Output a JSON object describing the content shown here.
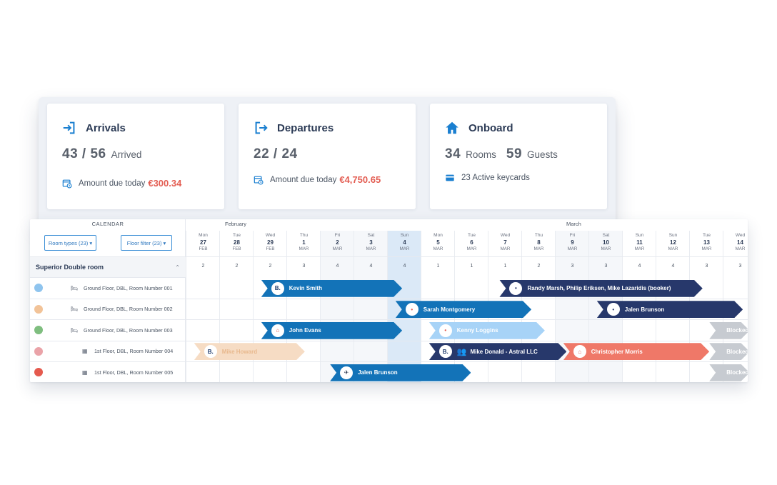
{
  "stats": {
    "arrivals": {
      "title": "Arrivals",
      "count": "43 / 56",
      "unit": "Arrived",
      "sub_label": "Amount due today",
      "sub_amount": "€300.34"
    },
    "departures": {
      "title": "Departures",
      "count": "22 / 24",
      "sub_label": "Amount due today",
      "sub_amount": "€4,750.65"
    },
    "onboard": {
      "title": "Onboard",
      "rooms_num": "34",
      "rooms_unit": "Rooms",
      "guests_num": "59",
      "guests_unit": "Guests",
      "sub_label": "23 Active keycards"
    }
  },
  "calendar": {
    "label": "CALENDAR",
    "filters": {
      "room_types": "Room types (23) ▾",
      "floor_filter": "Floor filter (23) ▾"
    },
    "months": [
      "February",
      "March"
    ],
    "days": [
      {
        "dow": "Mon",
        "num": "27",
        "mon": "FEB",
        "avail": "2"
      },
      {
        "dow": "Tue",
        "num": "28",
        "mon": "FEB",
        "avail": "2"
      },
      {
        "dow": "Wed",
        "num": "29",
        "mon": "FEB",
        "avail": "2"
      },
      {
        "dow": "Thu",
        "num": "1",
        "mon": "MAR",
        "avail": "3"
      },
      {
        "dow": "Fri",
        "num": "2",
        "mon": "MAR",
        "avail": "4"
      },
      {
        "dow": "Sat",
        "num": "3",
        "mon": "MAR",
        "avail": "4"
      },
      {
        "dow": "Sun",
        "num": "4",
        "mon": "MAR",
        "avail": "4"
      },
      {
        "dow": "Mon",
        "num": "5",
        "mon": "MAR",
        "avail": "1"
      },
      {
        "dow": "Tue",
        "num": "6",
        "mon": "MAR",
        "avail": "1"
      },
      {
        "dow": "Wed",
        "num": "7",
        "mon": "MAR",
        "avail": "1"
      },
      {
        "dow": "Thu",
        "num": "8",
        "mon": "MAR",
        "avail": "2"
      },
      {
        "dow": "Fri",
        "num": "9",
        "mon": "MAR",
        "avail": "3"
      },
      {
        "dow": "Sat",
        "num": "10",
        "mon": "MAR",
        "avail": "3"
      },
      {
        "dow": "Sun",
        "num": "11",
        "mon": "MAR",
        "avail": "4"
      },
      {
        "dow": "Sun",
        "num": "12",
        "mon": "MAR",
        "avail": "4"
      },
      {
        "dow": "Tue",
        "num": "13",
        "mon": "MAR",
        "avail": "3"
      },
      {
        "dow": "Wed",
        "num": "14",
        "mon": "MAR",
        "avail": "3"
      }
    ],
    "group": {
      "title": "Superior Double room",
      "caret": "⌃"
    },
    "rooms": [
      {
        "name": "Ground Floor, DBL, Room Number 001",
        "color": "#8fc4ee",
        "icon": "bed-icon"
      },
      {
        "name": "Ground Floor, DBL, Room Number 002",
        "color": "#f2c398",
        "icon": "bed-icon"
      },
      {
        "name": "Ground Floor, DBL, Room Number 003",
        "color": "#7fbe7f",
        "icon": "bed-icon"
      },
      {
        "name": "1st Floor, DBL, Room Number 004",
        "color": "#eaa3a8",
        "icon": "building-icon"
      },
      {
        "name": "1st Floor, DBL, Room Number 005",
        "color": "#e55a4e",
        "icon": "building-icon"
      }
    ],
    "bookings": [
      {
        "row": 0,
        "start": 2.25,
        "end": 6.45,
        "color": "#1373b8",
        "name": "Kevin Smith",
        "logo": "B.",
        "logo_color": "#1d3a6b"
      },
      {
        "row": 0,
        "start": 9.35,
        "end": 15.4,
        "color": "#27386b",
        "name": "Randy Marsh, Philip Eriksen, Mike Lazaridis (booker)",
        "logo": "•",
        "logo_color": "#27386b"
      },
      {
        "row": 1,
        "start": 6.25,
        "end": 10.3,
        "color": "#1373b8",
        "name": "Sarah Montgomery",
        "logo": "•",
        "logo_color": "#e35d52"
      },
      {
        "row": 1,
        "start": 12.25,
        "end": 16.6,
        "color": "#27386b",
        "name": "Jalen Brunson",
        "logo": "•",
        "logo_color": "#27386b"
      },
      {
        "row": 2,
        "start": 2.25,
        "end": 6.45,
        "color": "#1373b8",
        "name": "John Evans",
        "logo": "⌂",
        "logo_color": "#e35d52"
      },
      {
        "row": 2,
        "start": 7.25,
        "end": 10.7,
        "color": "#a7d3f7",
        "name": "Kenny Loggins",
        "logo": "•",
        "logo_color": "#e35d52"
      },
      {
        "row": 2,
        "start": 15.6,
        "end": 16.8,
        "color": "#c7cbd1",
        "name": "Blocked",
        "logo": "",
        "logo_color": "#c7cbd1"
      },
      {
        "row": 3,
        "start": 0.25,
        "end": 3.55,
        "color": "#f6dcc4",
        "name": "Mike Howard",
        "logo": "B.",
        "logo_color": "#1d3a6b"
      },
      {
        "row": 3,
        "start": 7.25,
        "end": 11.35,
        "color": "#27386b",
        "name": "Mike Donald - Astral LLC",
        "logo": "B.",
        "logo_color": "#1d3a6b",
        "extra": "👥"
      },
      {
        "row": 3,
        "start": 11.25,
        "end": 15.6,
        "color": "#ef7868",
        "name": "Christopher Morris",
        "logo": "⌂",
        "logo_color": "#e35d52"
      },
      {
        "row": 3,
        "start": 15.6,
        "end": 16.8,
        "color": "#c7cbd1",
        "name": "Blocked",
        "logo": "",
        "logo_color": "#c7cbd1"
      },
      {
        "row": 4,
        "start": 4.3,
        "end": 8.5,
        "color": "#1373b8",
        "name": "Jalen Brunson",
        "logo": "✈",
        "logo_color": "#1d2a44"
      },
      {
        "row": 4,
        "start": 15.6,
        "end": 16.8,
        "color": "#c7cbd1",
        "name": "Blocked",
        "logo": "",
        "logo_color": "#c7cbd1"
      }
    ]
  }
}
